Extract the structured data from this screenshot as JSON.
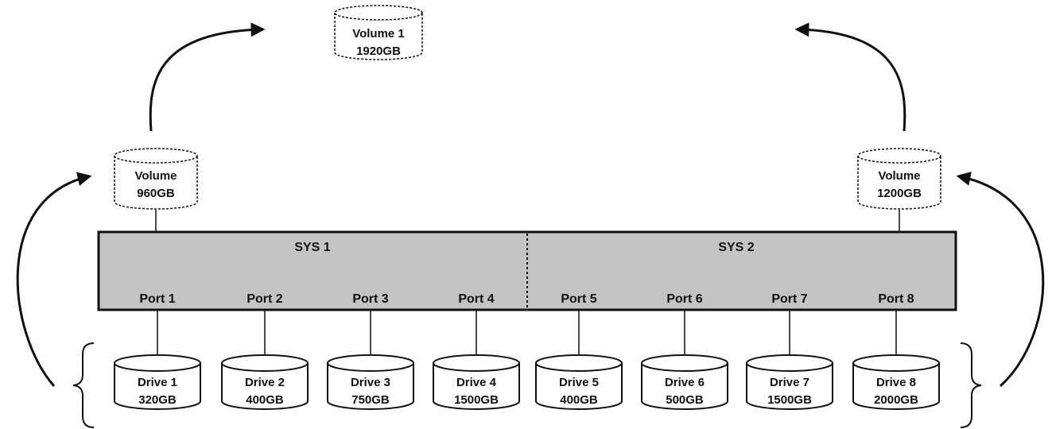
{
  "top_volume": {
    "name": "Volume 1",
    "size": "1920GB"
  },
  "left_volume": {
    "name": "Volume",
    "size": "960GB"
  },
  "right_volume": {
    "name": "Volume",
    "size": "1200GB"
  },
  "systems": [
    {
      "label": "SYS 1"
    },
    {
      "label": "SYS 2"
    }
  ],
  "ports": [
    {
      "label": "Port 1"
    },
    {
      "label": "Port 2"
    },
    {
      "label": "Port 3"
    },
    {
      "label": "Port 4"
    },
    {
      "label": "Port 5"
    },
    {
      "label": "Port 6"
    },
    {
      "label": "Port 7"
    },
    {
      "label": "Port 8"
    }
  ],
  "drives": [
    {
      "name": "Drive 1",
      "size": "320GB"
    },
    {
      "name": "Drive 2",
      "size": "400GB"
    },
    {
      "name": "Drive 3",
      "size": "750GB"
    },
    {
      "name": "Drive 4",
      "size": "1500GB"
    },
    {
      "name": "Drive 5",
      "size": "400GB"
    },
    {
      "name": "Drive 6",
      "size": "500GB"
    },
    {
      "name": "Drive 7",
      "size": "1500GB"
    },
    {
      "name": "Drive 8",
      "size": "2000GB"
    }
  ],
  "colors": {
    "system_fill": "#c4c4c4",
    "stroke": "#111111",
    "background": "#ffffff"
  }
}
